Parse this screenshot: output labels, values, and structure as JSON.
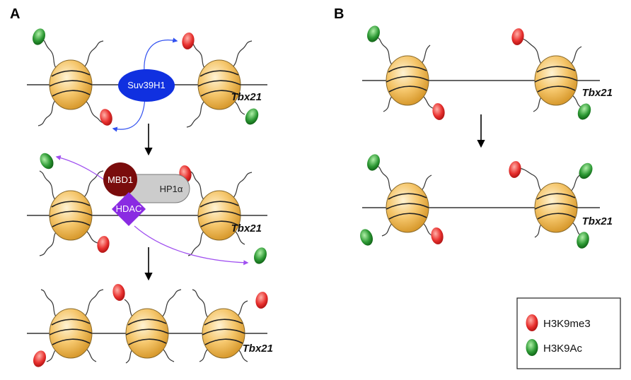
{
  "panels": {
    "a": {
      "letter": "A"
    },
    "b": {
      "letter": "B"
    }
  },
  "gene_label": "Tbx21",
  "enzymes": {
    "suv39h1": "Suv39H1",
    "mbd1": "MBD1",
    "hp1a": "HP1α",
    "hdac": "HDAC"
  },
  "legend": {
    "items": [
      {
        "label": "H3K9me3",
        "color": "#e8302e"
      },
      {
        "label": "H3K9Ac",
        "color": "#2e9a35"
      }
    ]
  },
  "colors": {
    "nucleosome": "#f5c66b",
    "suv39h1": "#1030e0",
    "mbd1": "#7a0c0c",
    "hp1a": "#cccccc",
    "hdac": "#8a2be2",
    "arrow_suv": "#3050f0",
    "arrow_hdac": "#a050f0"
  }
}
